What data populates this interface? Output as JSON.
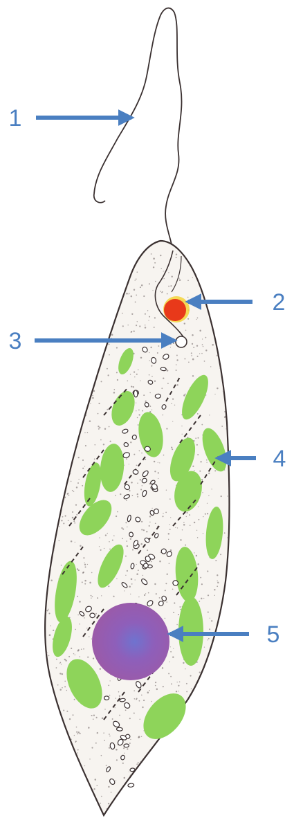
{
  "labels": [
    "1",
    "2",
    "3",
    "4",
    "5"
  ],
  "colors": {
    "arrow": "#4a7fc1",
    "label": "#4a7fc1",
    "outline": "#3a3030",
    "cytoplasm": "#f7f4f0",
    "chloroplast": "#8ed45a",
    "eyespot": "#e8391a",
    "eyespot_halo": "#f5d33a",
    "nucleus": "#9a5db0",
    "nucleus_highlight": "#7c6bc4"
  },
  "parts": [
    {
      "label": "1",
      "icon": "flagellum"
    },
    {
      "label": "2",
      "icon": "eyespot"
    },
    {
      "label": "3",
      "icon": "reservoir"
    },
    {
      "label": "4",
      "icon": "chloroplast"
    },
    {
      "label": "5",
      "icon": "nucleus"
    }
  ]
}
